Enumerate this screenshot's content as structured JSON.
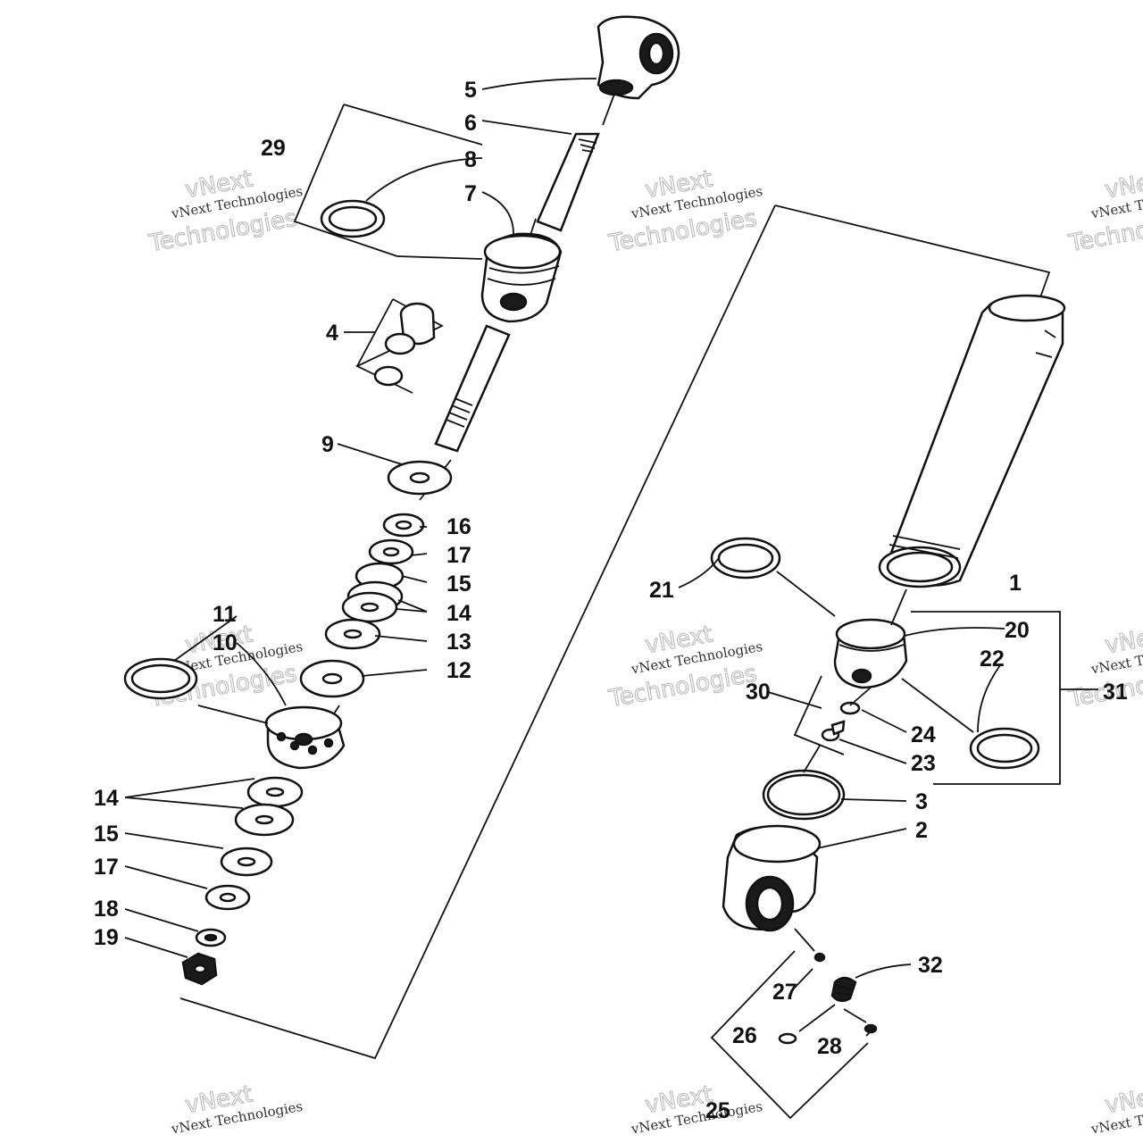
{
  "watermark": {
    "brand": "vNext",
    "company": "vNext Technologies",
    "word": "Technologies"
  },
  "callouts": {
    "c1": "1",
    "c2": "2",
    "c3": "3",
    "c4": "4",
    "c5": "5",
    "c6": "6",
    "c7": "7",
    "c8": "8",
    "c9": "9",
    "c10": "10",
    "c11": "11",
    "c12": "12",
    "c13": "13",
    "c14a": "14",
    "c14b": "14",
    "c15a": "15",
    "c15b": "15",
    "c16": "16",
    "c17a": "17",
    "c17b": "17",
    "c18": "18",
    "c19": "19",
    "c20": "20",
    "c21": "21",
    "c22": "22",
    "c23": "23",
    "c24": "24",
    "c25": "25",
    "c26": "26",
    "c27": "27",
    "c28": "28",
    "c29": "29",
    "c30": "30",
    "c31": "31",
    "c32": "32"
  }
}
